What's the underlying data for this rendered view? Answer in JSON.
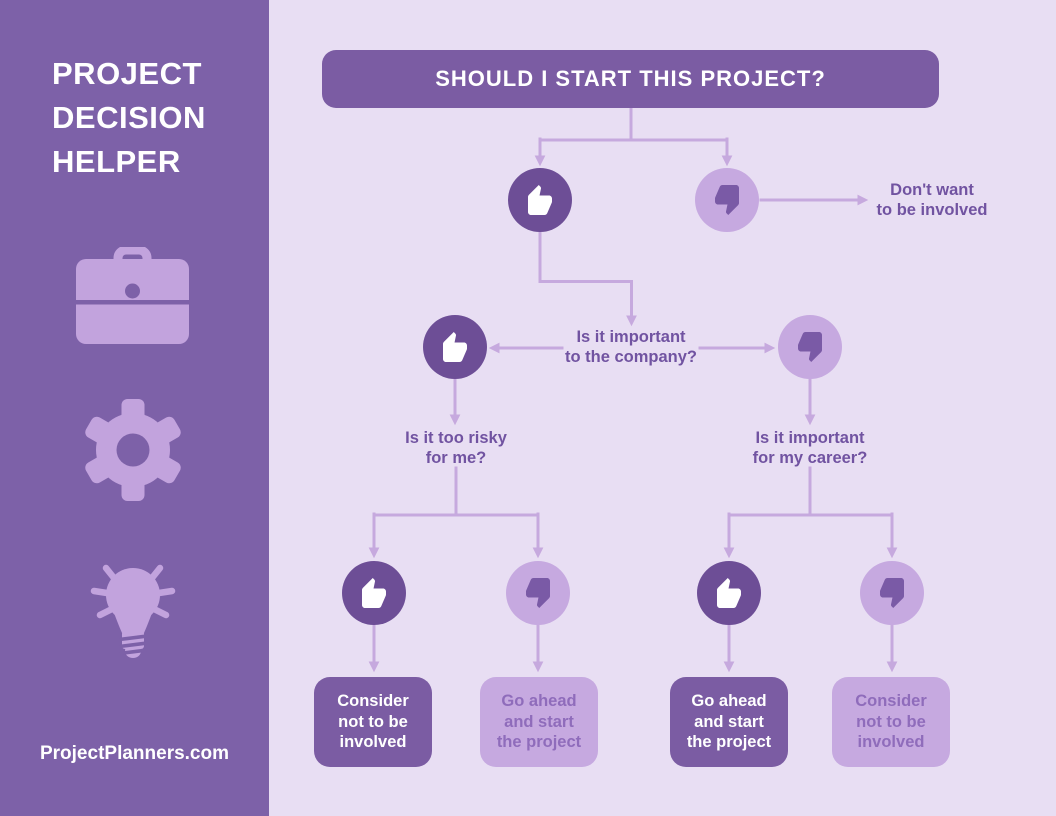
{
  "sidebar": {
    "title": "PROJECT\nDECISION\nHELPER",
    "icons": [
      "briefcase-icon",
      "gear-icon",
      "lightbulb-icon"
    ],
    "footer": "ProjectPlanners.com"
  },
  "flowchart": {
    "title": "SHOULD I START THIS PROJECT?",
    "decision_icons": {
      "yes": "thumbs-up-icon",
      "no": "thumbs-down-icon"
    },
    "branch_no_result": "Don't want\nto be involved",
    "questions": {
      "company": "Is it important\nto the company?",
      "risky": "Is it too risky\nfor me?",
      "career": "Is it important\nfor my career?"
    },
    "outcomes": [
      {
        "text": "Consider\nnot to be\ninvolved",
        "variant": "dark"
      },
      {
        "text": "Go ahead\nand start\nthe project",
        "variant": "light"
      },
      {
        "text": "Go ahead\nand start\nthe project",
        "variant": "dark"
      },
      {
        "text": "Consider\nnot to be\ninvolved",
        "variant": "light"
      }
    ]
  },
  "colors": {
    "sidebar_bg": "#7d61a8",
    "canvas_bg": "#e8def3",
    "primary_dark": "#7b5ca3",
    "circle_dark": "#6d4e96",
    "accent_light": "#c6a9e0",
    "connector": "#c6a9de",
    "question_text": "#7153a1",
    "text_on_light": "#8f6cbb",
    "text_on_dark": "#ffffff"
  }
}
